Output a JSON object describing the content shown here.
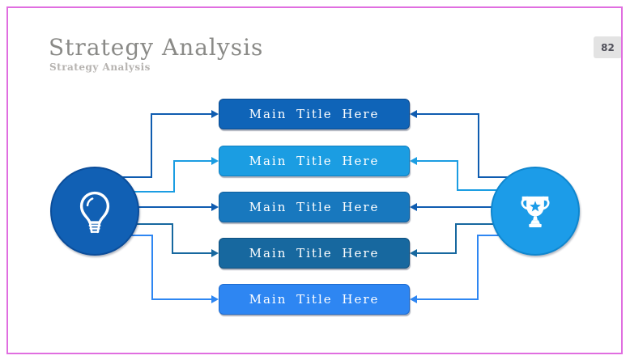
{
  "slide": {
    "title": "Strategy Analysis",
    "subtitle": "Strategy Analysis",
    "page_number": "82",
    "border_color": "#E06EE0",
    "background": "#FFFFFF",
    "title_color": "#8A8A87",
    "subtitle_color": "#B6B3B0",
    "badge_bg": "#E3E3E3",
    "badge_text_color": "#50505A"
  },
  "diagram": {
    "bars": [
      {
        "label": "Main Title Here",
        "color": "#0F64B8",
        "border_color": "#0A4A8F"
      },
      {
        "label": "Main Title Here",
        "color": "#1B9DE2",
        "border_color": "#0F7FC0"
      },
      {
        "label": "Main Title Here",
        "color": "#1878BE",
        "border_color": "#0F5F9E"
      },
      {
        "label": "Main Title Here",
        "color": "#17689F",
        "border_color": "#0E4F7E"
      },
      {
        "label": "Main Title Here",
        "color": "#2E86F2",
        "border_color": "#1D6BD0"
      }
    ],
    "left_circle": {
      "icon": "lightbulb-icon",
      "color": "#1160B4",
      "border_color": "#0B4D9A",
      "icon_color": "#FFFFFF"
    },
    "right_circle": {
      "icon": "trophy-icon",
      "color": "#1C9CE8",
      "border_color": "#0F86CE",
      "icon_color": "#FFFFFF"
    },
    "connector_colors": [
      "#0F5CB0",
      "#1B9DE2",
      "#0F5CB0",
      "#17689F",
      "#2E86F2"
    ]
  }
}
